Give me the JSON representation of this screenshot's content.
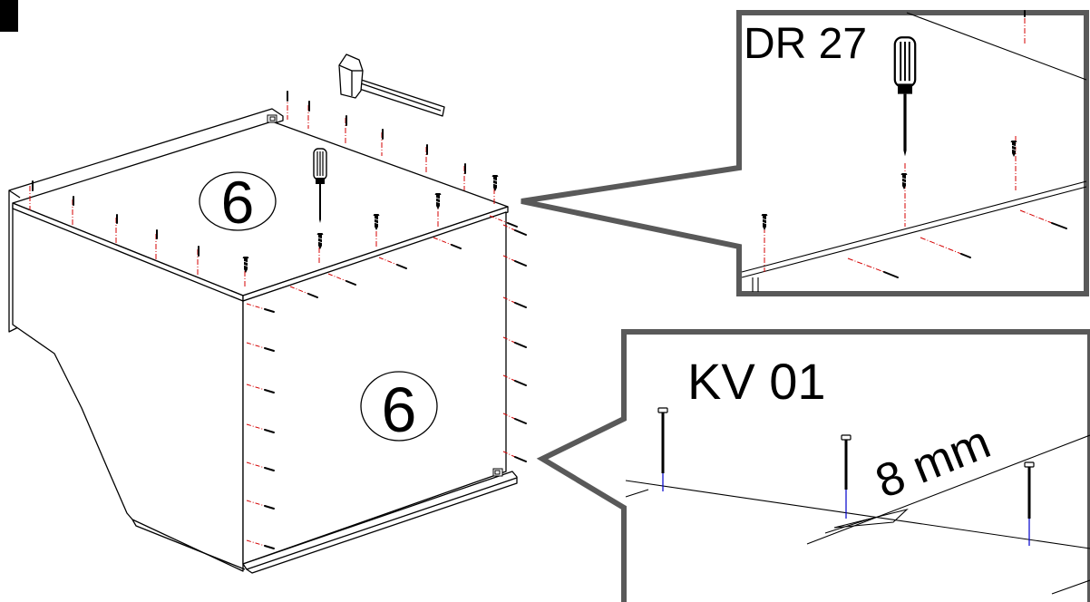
{
  "diagram": {
    "step_number_top": "6",
    "step_number_front": "6",
    "callout_screw": {
      "code": "DR 27"
    },
    "callout_nail": {
      "code": "KV 01",
      "spacing": "8 mm"
    }
  },
  "colors": {
    "line": "#000000",
    "panel_fill": "#ffffff",
    "callout_border": "#595959",
    "guide_red": "#d40000",
    "guide_blue": "#0000cc",
    "corner_marker": "#000000"
  },
  "icons": [
    "hammer-icon",
    "screwdriver-icon",
    "screw-icon",
    "nail-icon"
  ]
}
